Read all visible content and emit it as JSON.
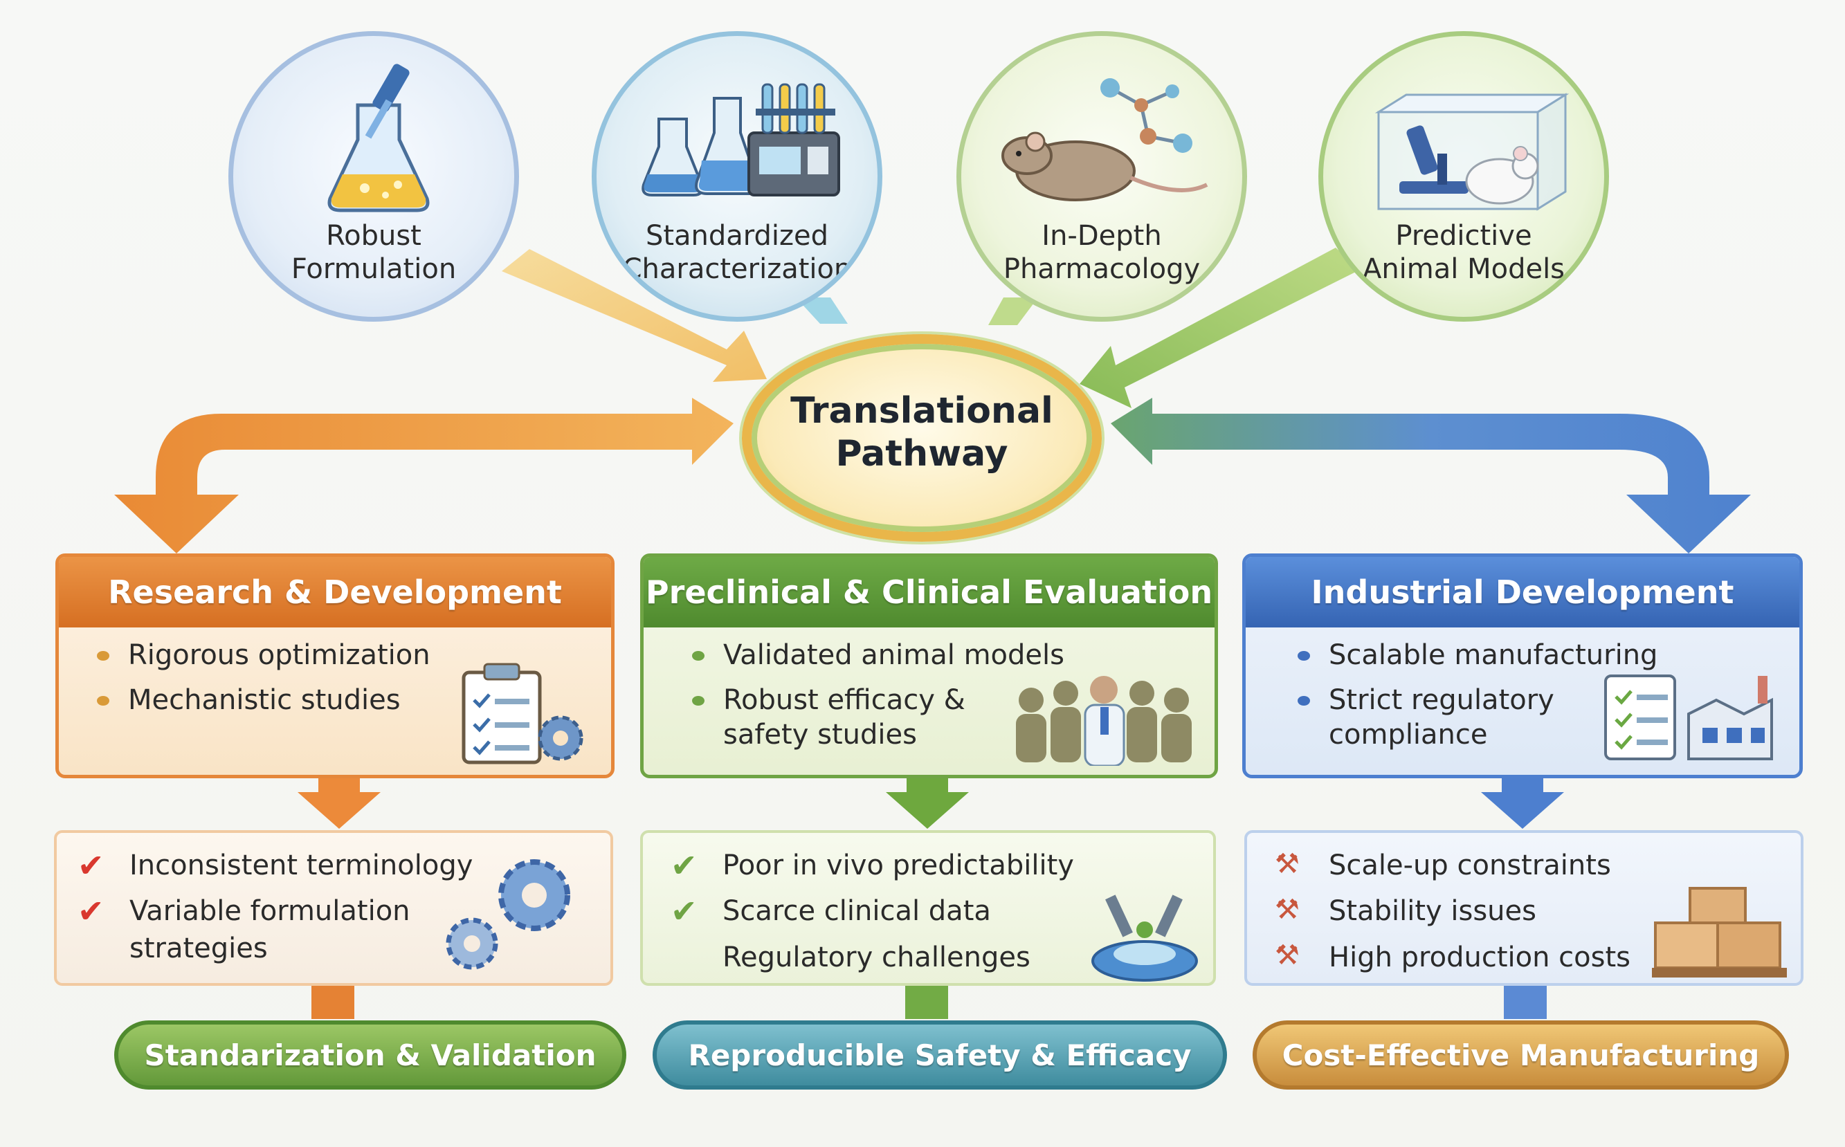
{
  "sources": [
    {
      "line1": "Robust",
      "line2": "Formulation",
      "icon": "flask-dropper-icon"
    },
    {
      "line1": "Standardized",
      "line2": "Characterization",
      "icon": "lab-equipment-icon"
    },
    {
      "line1": "In-Depth",
      "line2": "Pharmacology",
      "icon": "rat-molecule-icon"
    },
    {
      "line1": "Predictive",
      "line2": "Animal Models",
      "icon": "microscope-mouse-icon"
    }
  ],
  "center": {
    "line1": "Translational",
    "line2": "Pathway"
  },
  "columns": [
    {
      "title": "Research & Development",
      "color": "#e17d2c",
      "bullets": [
        [
          "Rigorous optimization"
        ],
        [
          "Mechanistic studies"
        ]
      ],
      "challenges": [
        [
          "Inconsistent terminology"
        ],
        [
          "Variable formulation",
          "strategies"
        ]
      ],
      "outcome": "Standarization & Validation"
    },
    {
      "title": "Preclinical & Clinical Evaluation",
      "color": "#5f9a3b",
      "bullets": [
        [
          "Validated animal models"
        ],
        [
          "Robust efficacy &",
          "safety studies"
        ]
      ],
      "challenges": [
        [
          "Poor in vivo predictability"
        ],
        [
          "Scarce clinical data"
        ],
        [
          "Regulatory challenges"
        ]
      ],
      "outcome": "Reproducible Safety & Efficacy"
    },
    {
      "title": "Industrial Development",
      "color": "#3f6fbe",
      "bullets": [
        [
          "Scalable manufacturing"
        ],
        [
          "Strict regulatory",
          "compliance"
        ]
      ],
      "challenges": [
        [
          "Scale-up constraints"
        ],
        [
          "Stability issues"
        ],
        [
          "High production costs"
        ]
      ],
      "outcome": "Cost-Effective Manufacturing"
    }
  ]
}
